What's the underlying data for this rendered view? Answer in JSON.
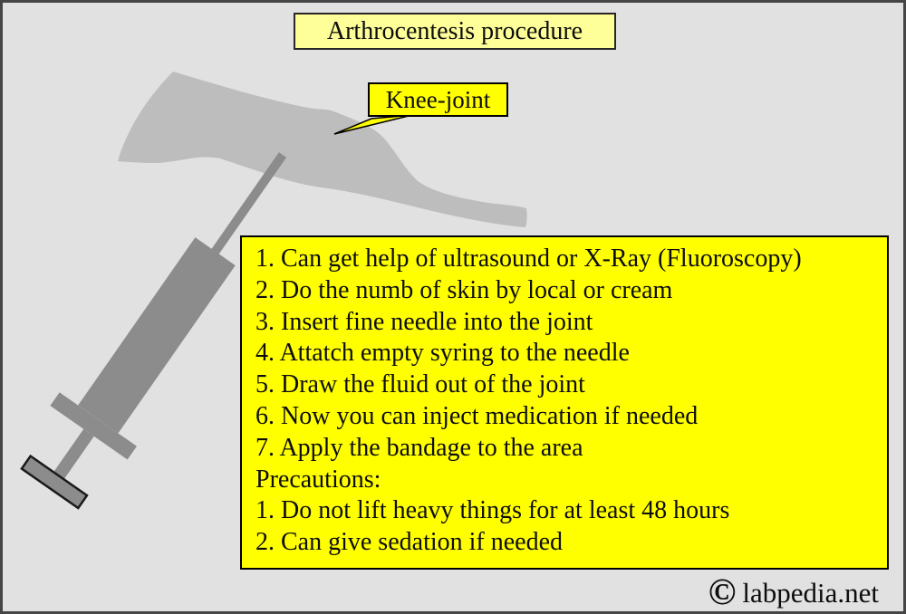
{
  "title": "Arthrocentesis procedure",
  "knee_label": "Knee-joint",
  "steps": [
    "1. Can get help of ultrasound or X-Ray (Fluoroscopy)",
    "2. Do the numb of skin by local or cream",
    "3. Insert fine needle into the joint",
    "4. Attatch empty syring to the needle",
    "5. Draw the fluid out of the joint",
    "6. Now you can inject medication if needed",
    "7. Apply the bandage to the area",
    "Precautions:",
    "1. Do not lift heavy things for at least 48 hours",
    "2. Can give sedation if needed"
  ],
  "footer": {
    "copyright_symbol": "©",
    "site": "labpedia.net"
  },
  "colors": {
    "background": "#e1e1e1",
    "title_box_fill": "#ffff99",
    "highlight_yellow": "#ffff00",
    "knee_shape_gray": "#bdbdbd",
    "syringe_gray": "#8c8c8c",
    "border_black": "#000000"
  },
  "icons": {
    "knee_shape": "knee-silhouette",
    "syringe": "syringe-icon",
    "callout": "callout-tail",
    "copyright": "copyright-icon"
  }
}
